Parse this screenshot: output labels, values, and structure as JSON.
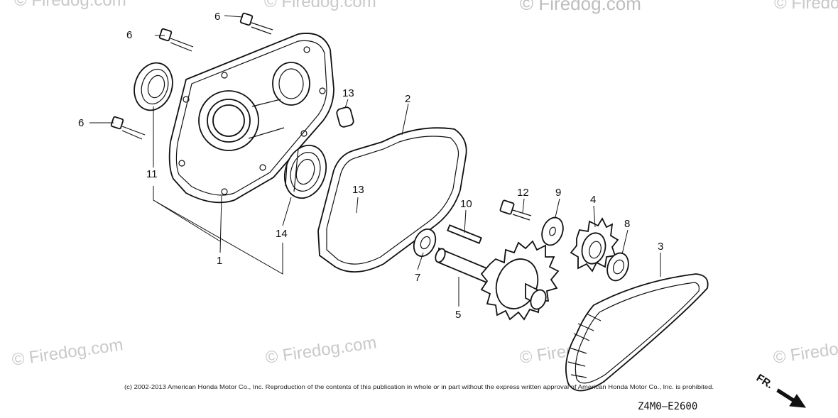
{
  "watermarks": {
    "top_left": "© Firedog.com",
    "top_mid": "© Firedog.com",
    "top_right_big": "© Firedog.com",
    "top_far_right": "© Firedog.com",
    "bottom_1": "© Firedog.com",
    "bottom_2": "© Firedog.com",
    "bottom_3": "© Firedog.com",
    "bottom_4": "© Firedog.com"
  },
  "callouts": {
    "c1": "1",
    "c2": "2",
    "c3": "3",
    "c4": "4",
    "c5": "5",
    "c6a": "6",
    "c6b": "6",
    "c6c": "6",
    "c7": "7",
    "c8": "8",
    "c9": "9",
    "c10": "10",
    "c11": "11",
    "c12": "12",
    "c13a": "13",
    "c13b": "13",
    "c14": "14"
  },
  "copyright": "(c) 2002-2013 American Honda Motor Co., Inc. Reproduction of the contents of this publication in whole or in part without the express written approval of American Honda Motor Co., Inc. is prohibited.",
  "diagram_code": "Z4M0—E2600",
  "direction_label": "FR."
}
